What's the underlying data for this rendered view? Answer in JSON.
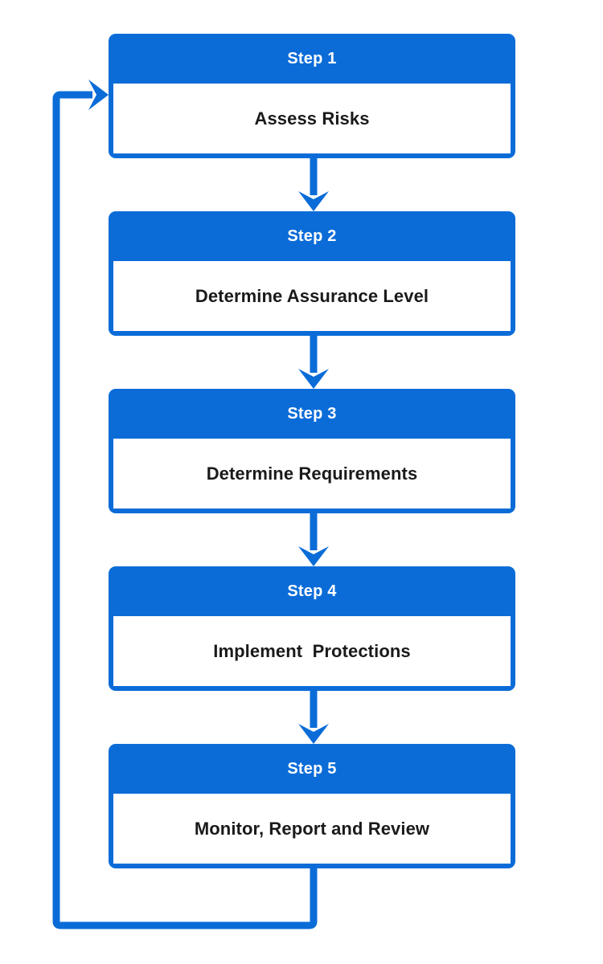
{
  "diagram": {
    "type": "flowchart",
    "orientation": "vertical",
    "title_text": "",
    "colors": {
      "accent_blue": "#0b6cd8",
      "box_body_background": "#ffffff",
      "header_text": "#ffffff",
      "body_text": "#1a1a1a",
      "page_background": "#ffffff"
    },
    "steps": [
      {
        "header": "Step 1",
        "label": "Assess Risks"
      },
      {
        "header": "Step 2",
        "label": "Determine Assurance Level"
      },
      {
        "header": "Step 3",
        "label": "Determine Requirements"
      },
      {
        "header": "Step 4",
        "label": "Implement  Protections"
      },
      {
        "header": "Step 5",
        "label": "Monitor, Report and Review"
      }
    ],
    "connectors": [
      {
        "name": "arrow-step1-to-step2",
        "from": "Step 1",
        "to": "Step 2",
        "direction": "down"
      },
      {
        "name": "arrow-step2-to-step3",
        "from": "Step 2",
        "to": "Step 3",
        "direction": "down"
      },
      {
        "name": "arrow-step3-to-step4",
        "from": "Step 3",
        "to": "Step 4",
        "direction": "down"
      },
      {
        "name": "arrow-step4-to-step5",
        "from": "Step 4",
        "to": "Step 5",
        "direction": "down"
      },
      {
        "name": "feedback-loop-step5-to-step1",
        "from": "Step 5",
        "to": "Step 1",
        "direction": "loop-left-up"
      }
    ]
  }
}
